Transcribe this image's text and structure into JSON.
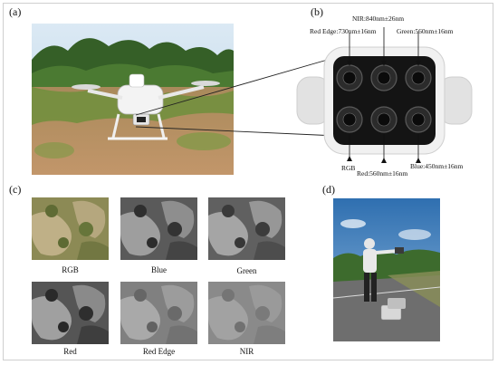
{
  "panels": {
    "a": {
      "label": "(a)"
    },
    "b": {
      "label": "(b)"
    },
    "c": {
      "label": "(c)"
    },
    "d": {
      "label": "(d)"
    }
  },
  "camera_bands": {
    "nir": "NIR:840nm±26nm",
    "red_edge": "Red Edge:730nm±16nm",
    "green": "Green:560nm±16nm",
    "rgb": "RGB",
    "red": "Red:560nm±16nm",
    "blue": "Blue:450nm±16nm"
  },
  "band_images": {
    "rgb": "RGB",
    "blue": "Blue",
    "green": "Green",
    "red": "Red",
    "red_edge": "Red Edge",
    "nir": "NIR"
  },
  "colors": {
    "sky": "#cfe3f3",
    "trees": "#3f6a2c",
    "ground": "#b58a5a",
    "camera_body": "#ececec",
    "lens": "#1b1b1b"
  }
}
